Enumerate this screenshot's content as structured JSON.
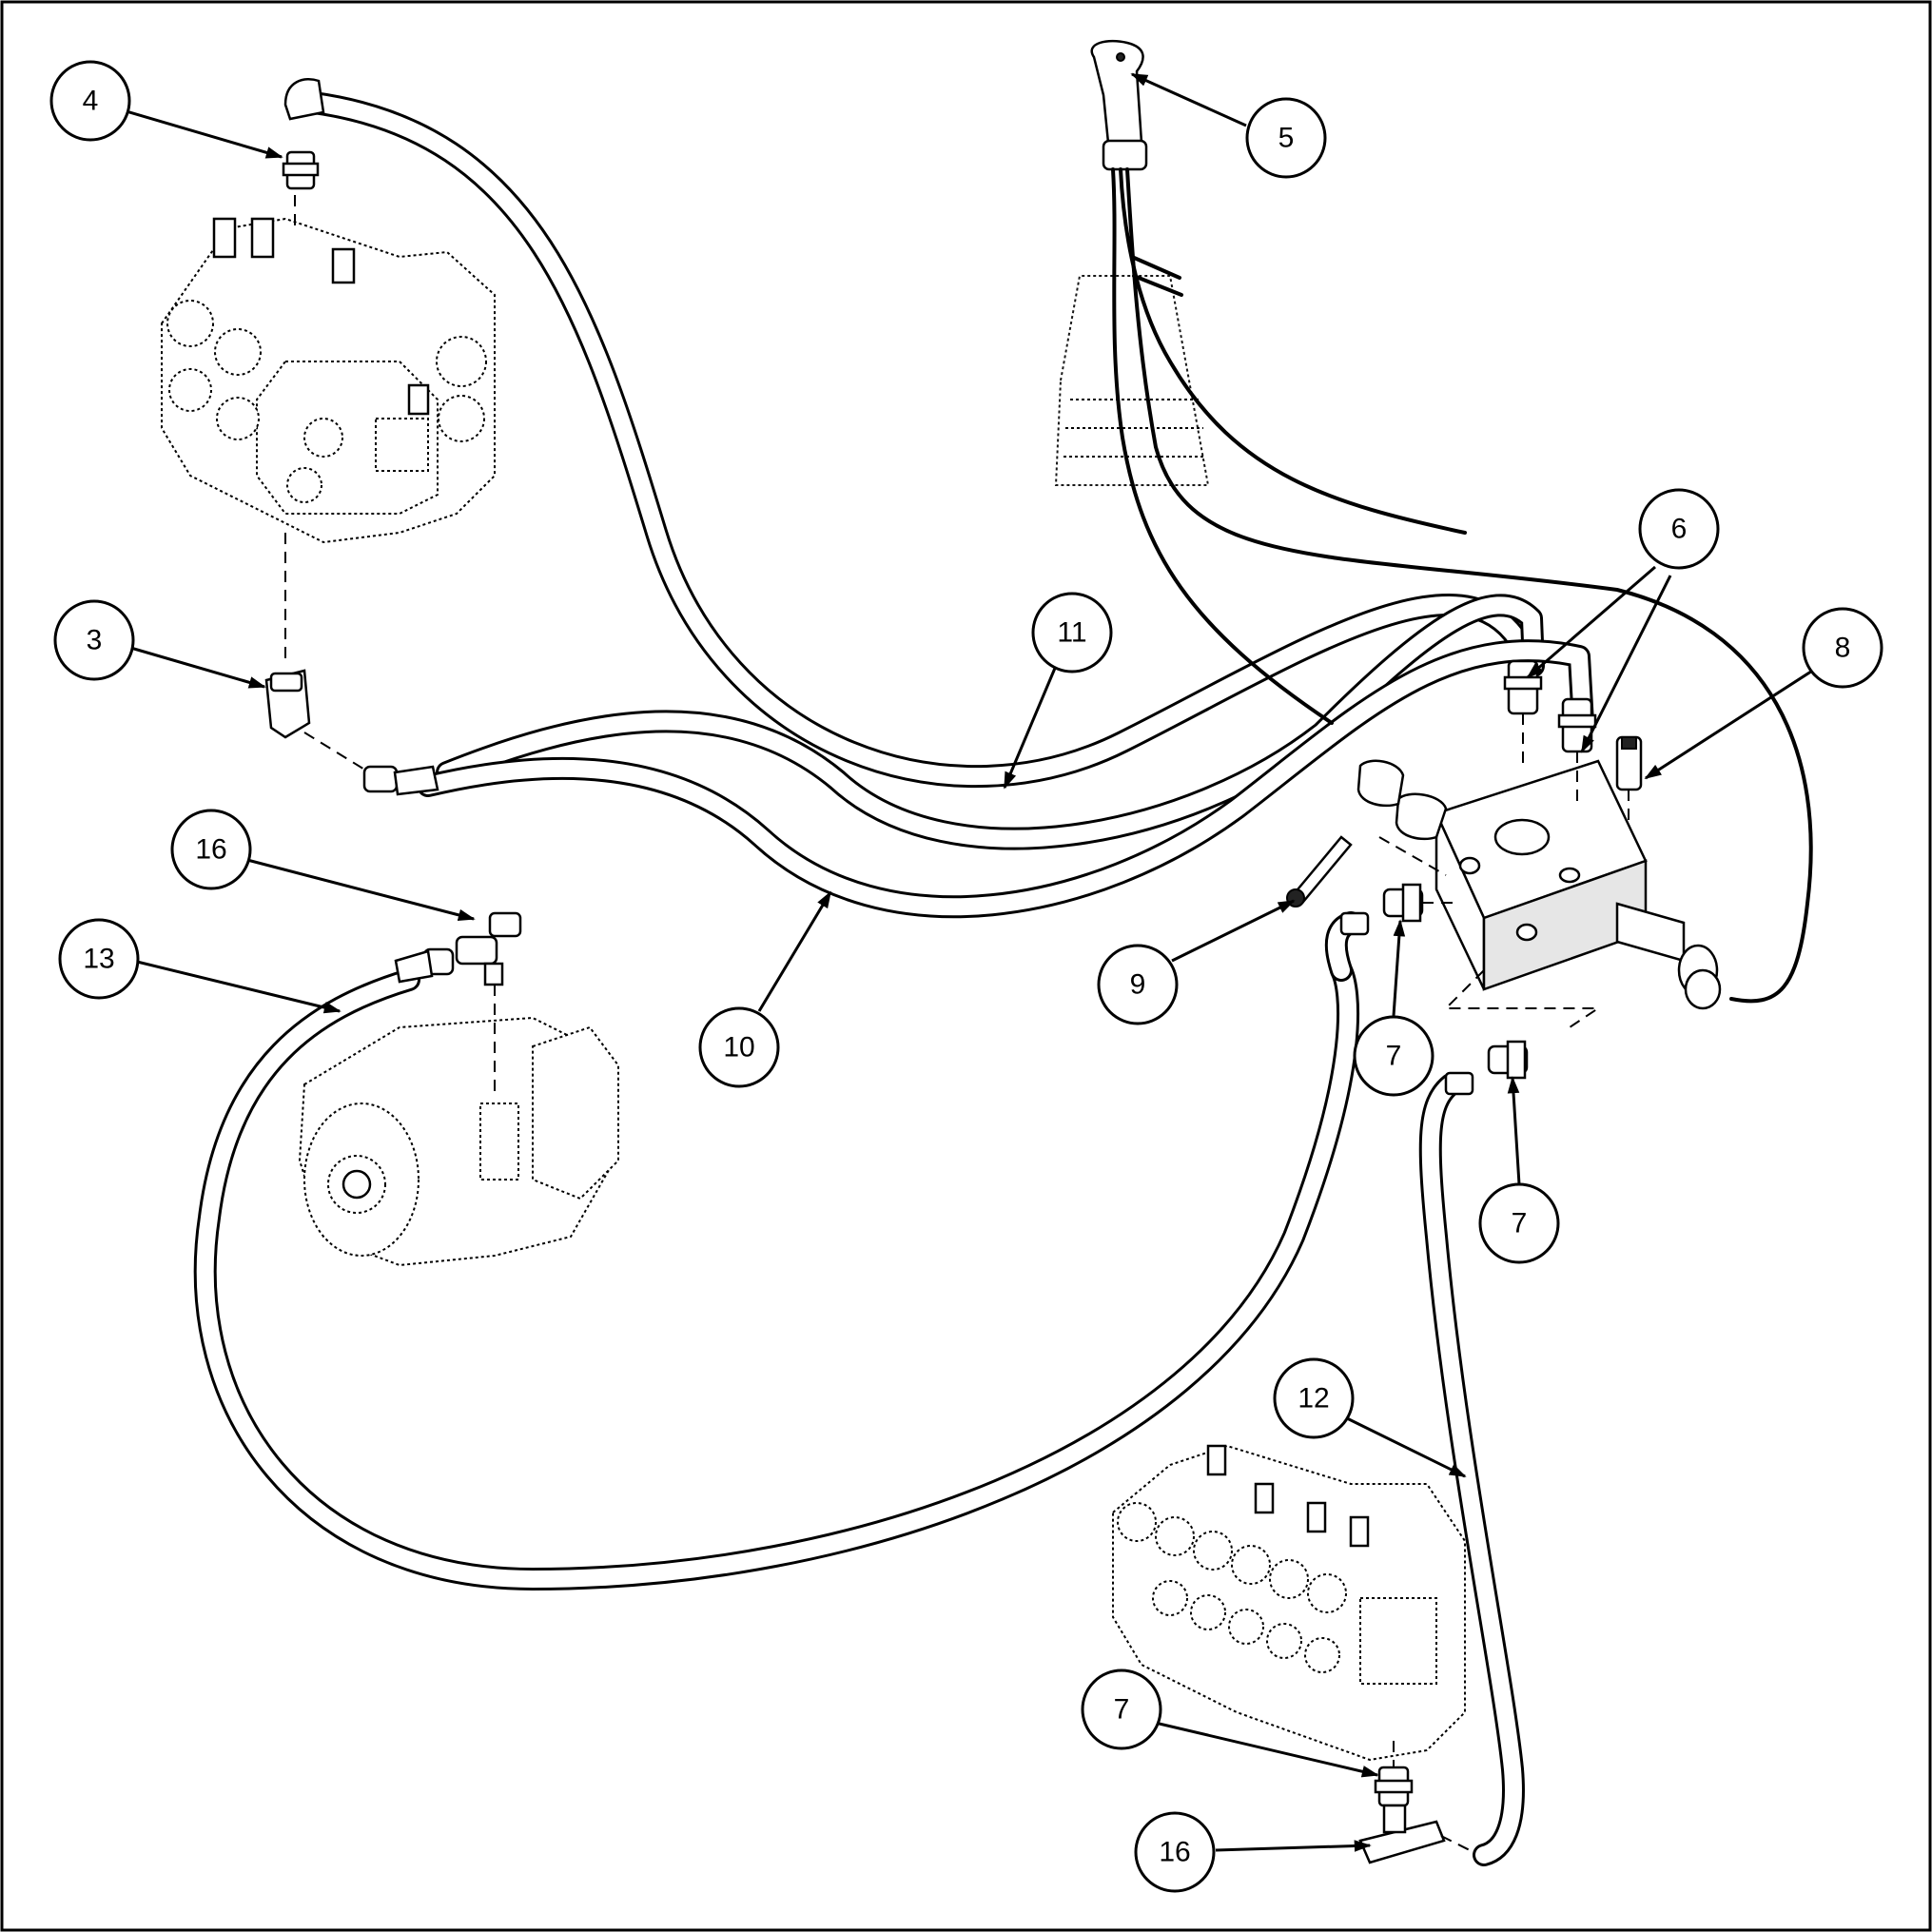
{
  "callouts": [
    {
      "id": "c4",
      "label": "4"
    },
    {
      "id": "c5",
      "label": "5"
    },
    {
      "id": "c3",
      "label": "3"
    },
    {
      "id": "c6",
      "label": "6"
    },
    {
      "id": "c8",
      "label": "8"
    },
    {
      "id": "c11",
      "label": "11"
    },
    {
      "id": "c16a",
      "label": "16"
    },
    {
      "id": "c13",
      "label": "13"
    },
    {
      "id": "c10",
      "label": "10"
    },
    {
      "id": "c9",
      "label": "9"
    },
    {
      "id": "c7a",
      "label": "7"
    },
    {
      "id": "c7b",
      "label": "7"
    },
    {
      "id": "c12",
      "label": "12"
    },
    {
      "id": "c7c",
      "label": "7"
    },
    {
      "id": "c16b",
      "label": "16"
    }
  ]
}
